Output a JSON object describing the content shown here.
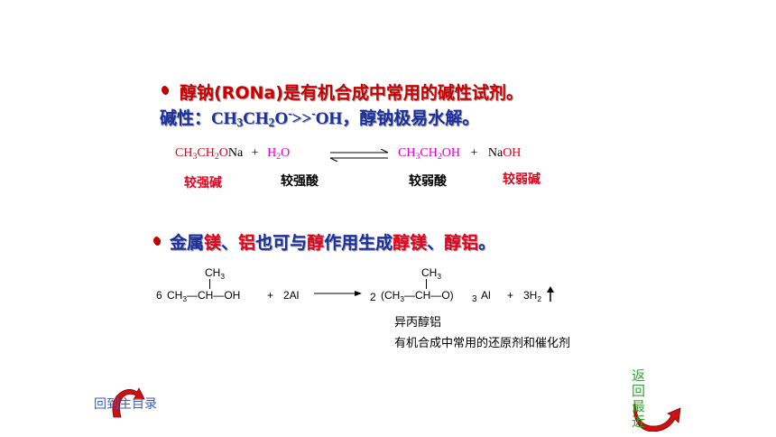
{
  "section1": {
    "line1": "醇钠(RONa)是有机合成中常用的碱性试剂。",
    "line2_prefix": "碱性：",
    "line2_cmp": ">>",
    "line2_oh": "OH",
    "line2_suffix": "，醇钠极易水解。"
  },
  "equation1": {
    "reactant1_label": "较强碱",
    "reactant2_label": "较强酸",
    "product1_label": "较弱酸",
    "product2_label": "较弱碱",
    "plus": "+"
  },
  "section2": {
    "t1": "金属",
    "t2": "镁",
    "t3": "、",
    "t4": "铝",
    "t5": "也可与",
    "t6": "醇",
    "t7": "作用生成",
    "t8": "醇镁",
    "t9": "、",
    "t10": "醇铝",
    "t11": "。"
  },
  "equation2": {
    "coef1": "6",
    "ch3_top": "CH3",
    "reactant_main": "CH3—CH—OH",
    "plus": "+",
    "al": "2Al",
    "coef2": "2",
    "product_main": "CH3—CH—O",
    "sub3": "3",
    "al_product": "Al",
    "h2": "3H2"
  },
  "notes": {
    "name": "异丙醇铝",
    "use": "有机合成中常用的还原剂和催化剂"
  },
  "nav": {
    "back_to_main": "回到主目录",
    "return_recent": [
      "返",
      "回",
      "最",
      "近"
    ]
  },
  "colors": {
    "title_red": "#cc0000",
    "title_blue": "#1a2fa0",
    "highlight_red": "#e8001c",
    "magenta": "#e000d0",
    "nav_blue": "#3a5cc8",
    "nav_green": "#2fa82f"
  }
}
